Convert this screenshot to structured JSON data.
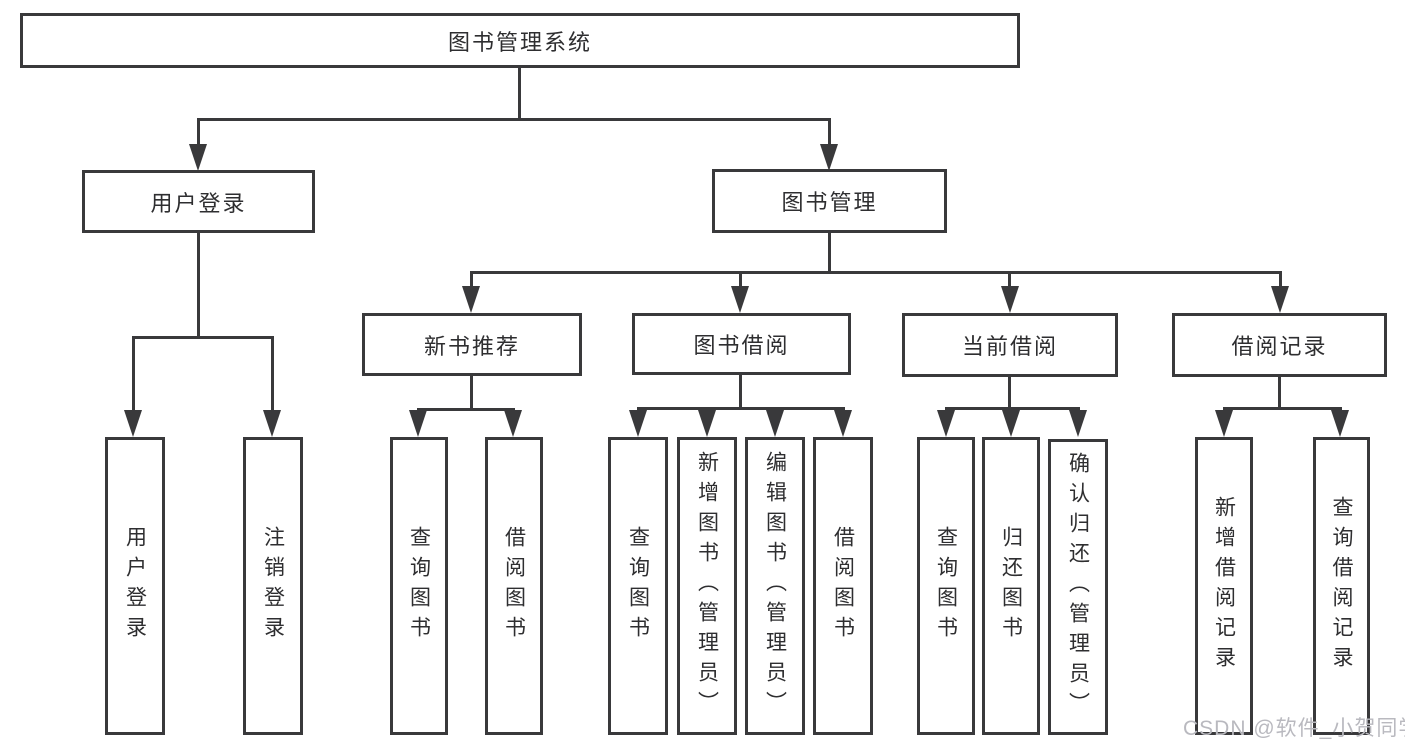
{
  "diagram": {
    "type": "tree",
    "root": {
      "label": "图书管理系统",
      "children": [
        {
          "label": "用户登录",
          "children": [
            {
              "label": "用户登录"
            },
            {
              "label": "注销登录"
            }
          ]
        },
        {
          "label": "图书管理",
          "children": [
            {
              "label": "新书推荐",
              "children": [
                {
                  "label": "查询图书"
                },
                {
                  "label": "借阅图书"
                }
              ]
            },
            {
              "label": "图书借阅",
              "children": [
                {
                  "label": "查询图书"
                },
                {
                  "label": "新增图书（管理员）"
                },
                {
                  "label": "编辑图书（管理员）"
                },
                {
                  "label": "借阅图书"
                }
              ]
            },
            {
              "label": "当前借阅",
              "children": [
                {
                  "label": "查询图书"
                },
                {
                  "label": "归还图书"
                },
                {
                  "label": "确认归还（管理员）"
                }
              ]
            },
            {
              "label": "借阅记录",
              "children": [
                {
                  "label": "新增借阅记录"
                },
                {
                  "label": "查询借阅记录"
                }
              ]
            }
          ]
        }
      ]
    }
  },
  "watermark": {
    "text": "CSDN @软件_小贺同学"
  },
  "colors": {
    "line": "#39393b",
    "text": "#2e2e30",
    "watermark": "#b9b9bf",
    "background": "#ffffff"
  }
}
